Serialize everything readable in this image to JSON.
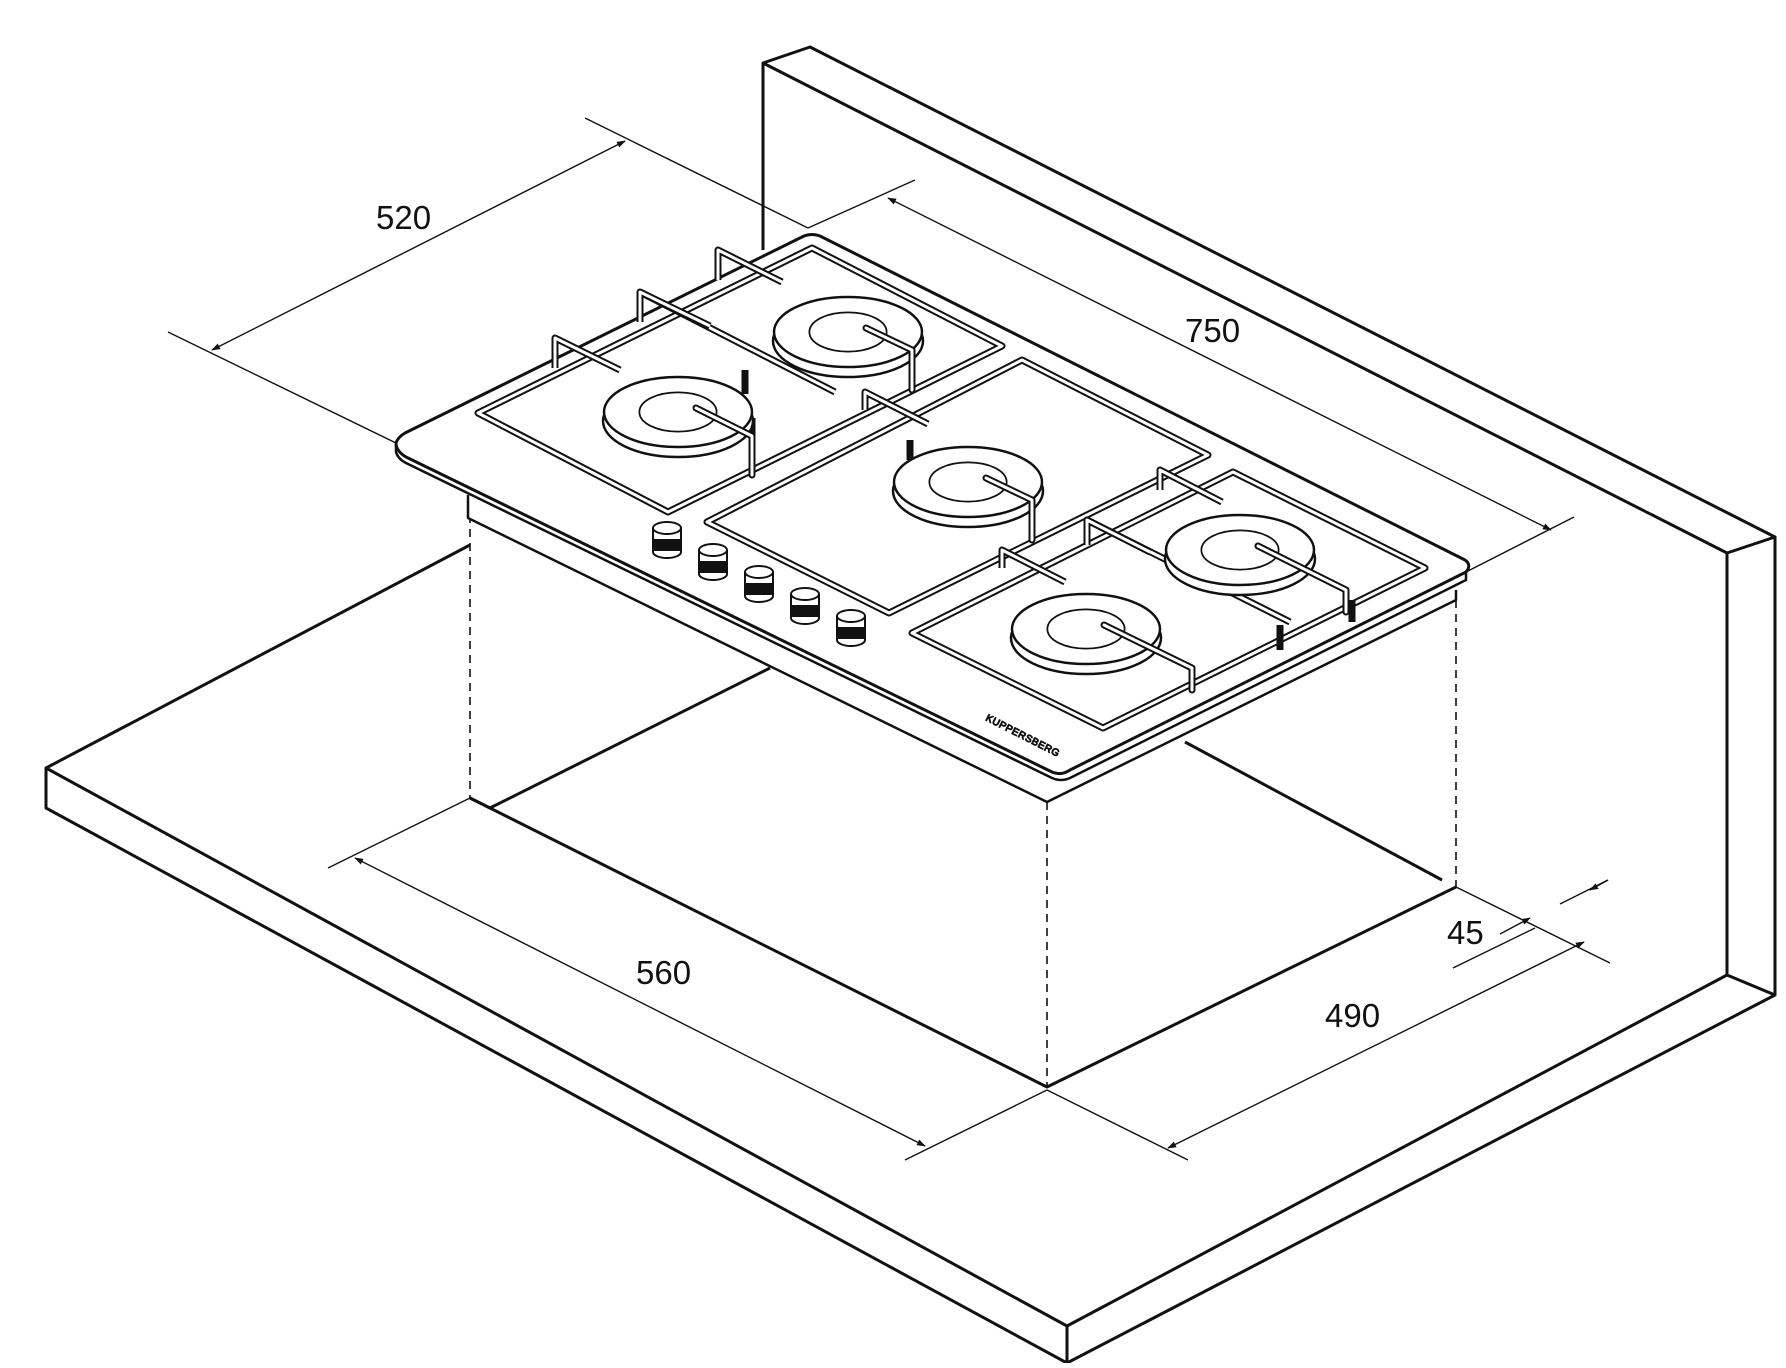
{
  "diagram": {
    "brand": "KUPPERSBERG",
    "dimensions": {
      "depth_top": "520",
      "width_top": "750",
      "cutout_width": "560",
      "cutout_depth": "490",
      "front_gap": "45"
    }
  },
  "colors": {
    "ink": "#111111",
    "background": "#ffffff"
  }
}
